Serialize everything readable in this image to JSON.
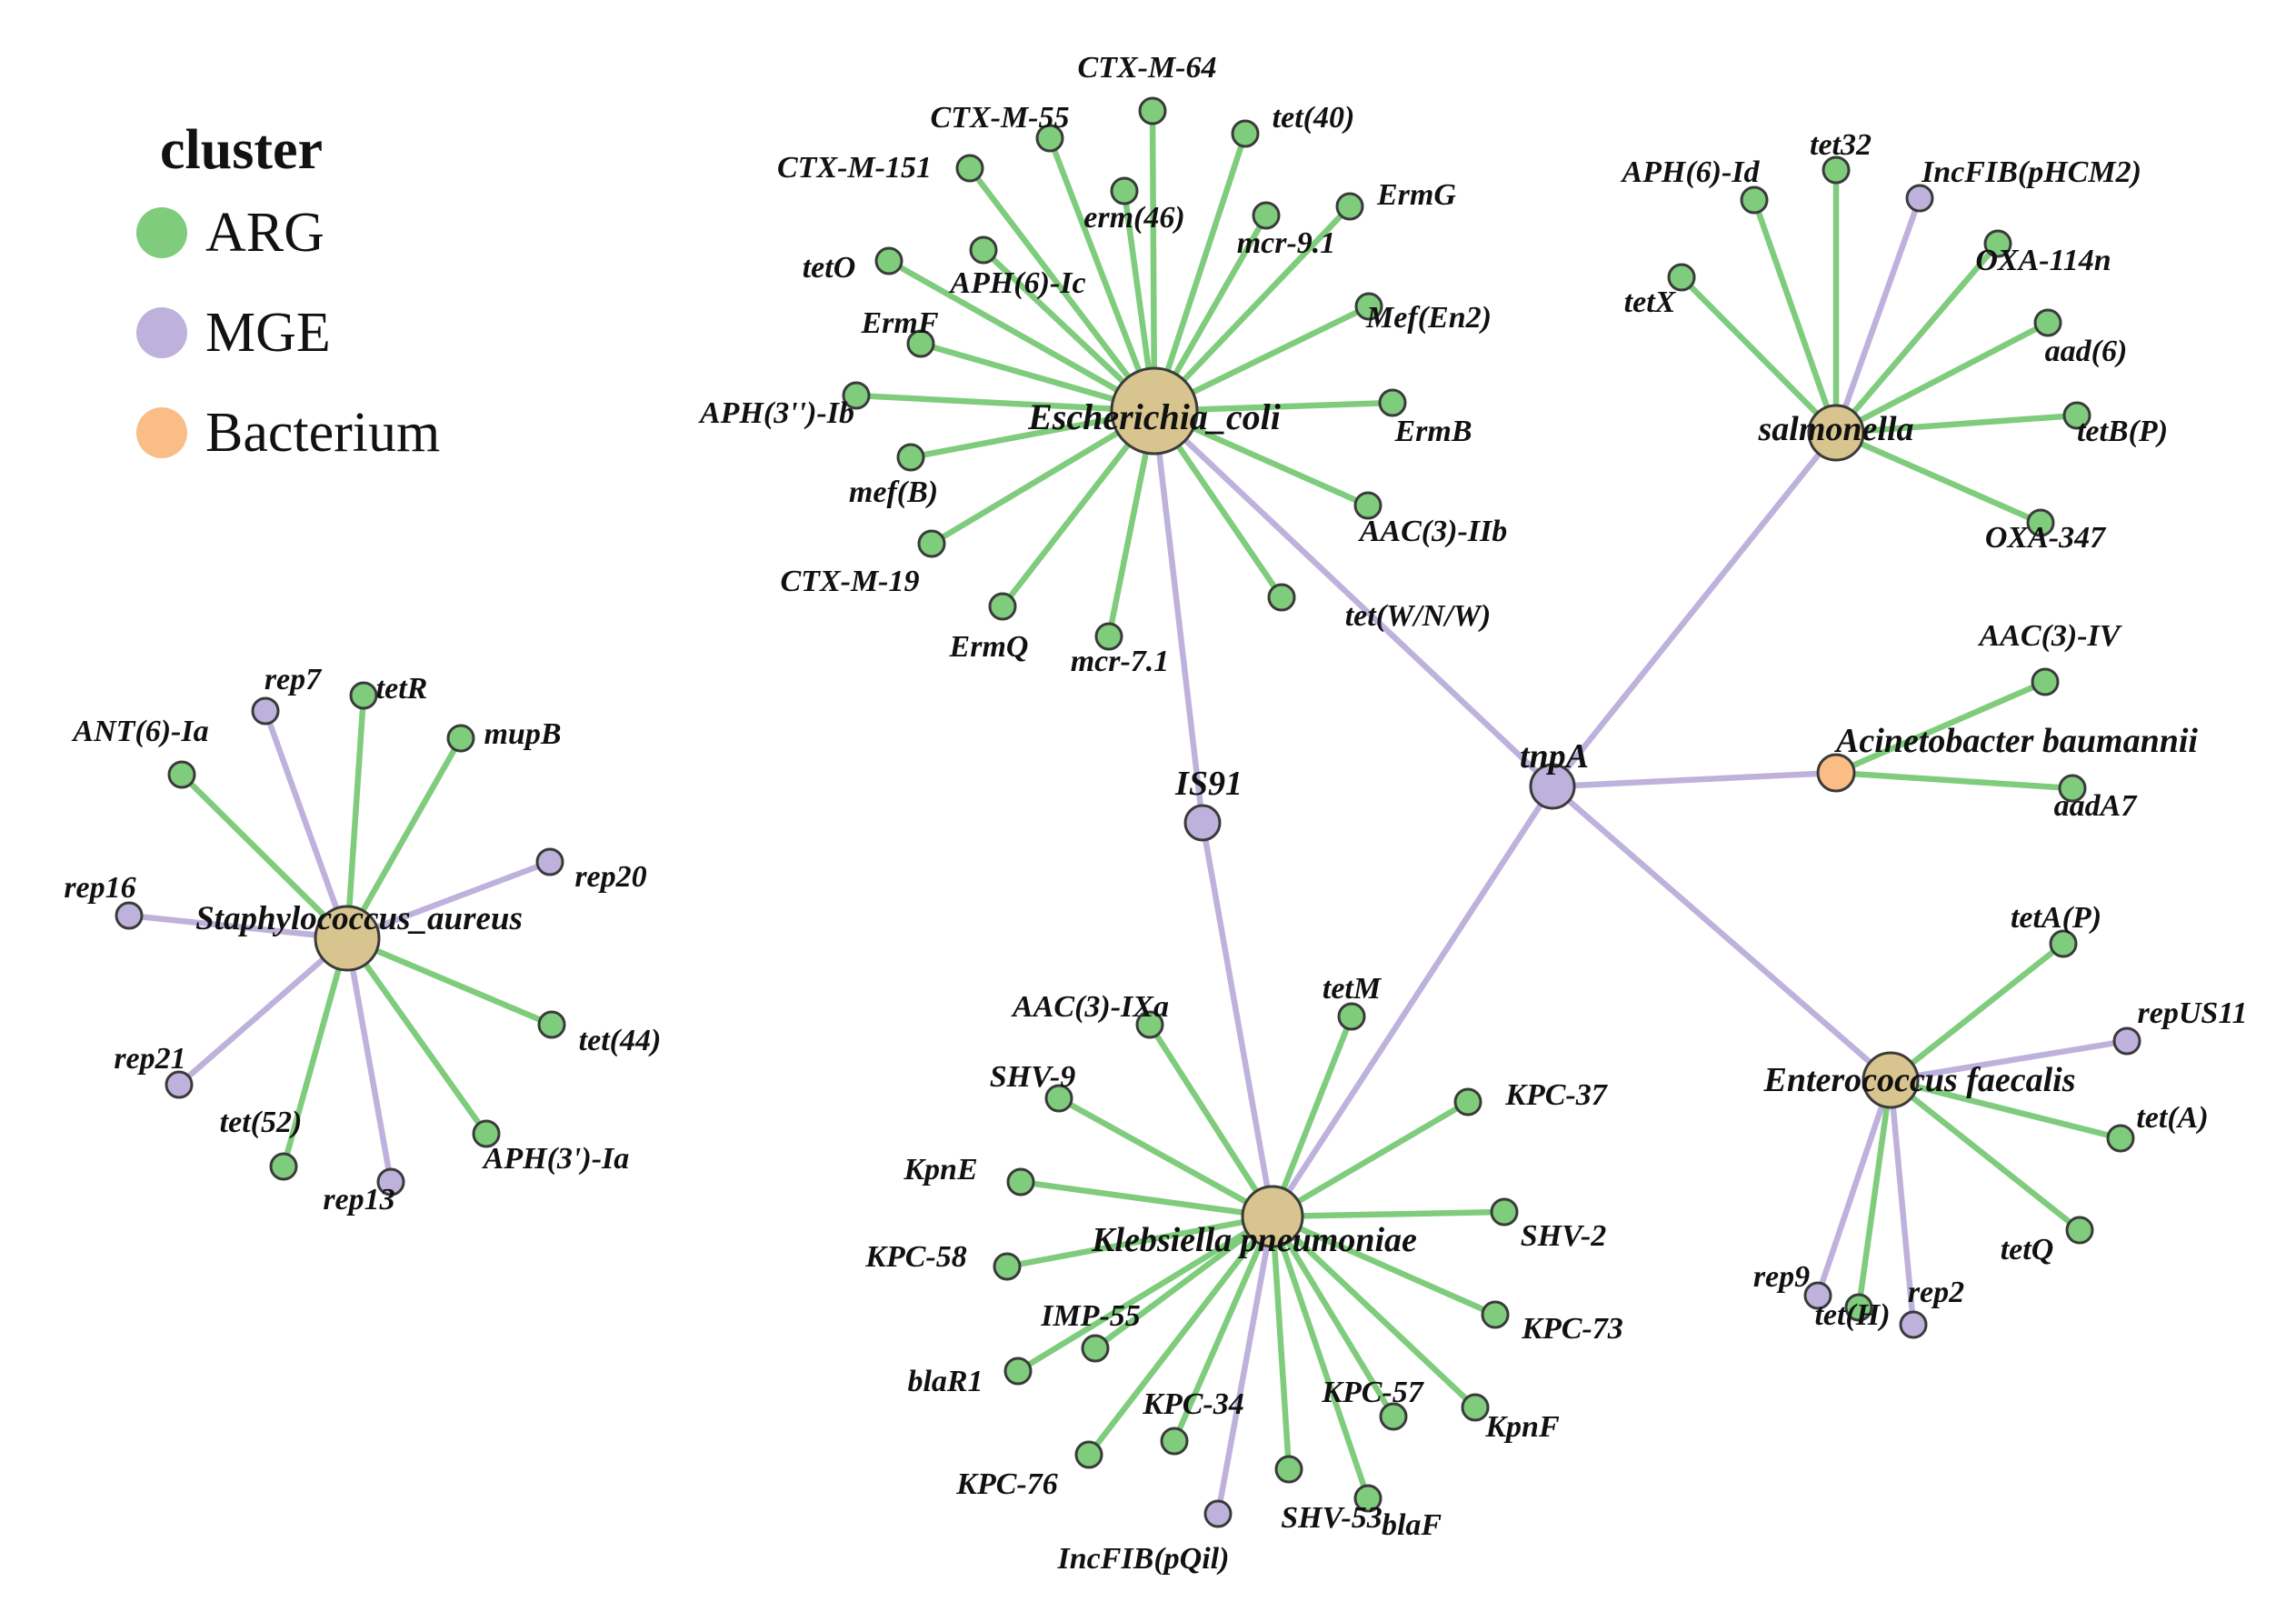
{
  "legend": {
    "title": "cluster",
    "items": [
      {
        "key": "ARG",
        "label": "ARG",
        "color": "#7ecc7c"
      },
      {
        "key": "MGE",
        "label": "MGE",
        "color": "#beb2dc"
      },
      {
        "key": "Bacterium",
        "label": "Bacterium",
        "color": "#f9bd85"
      }
    ]
  },
  "colors": {
    "ARG": "#7ecc7c",
    "MGE": "#beb2dc",
    "Bacterium": "#f9bd85",
    "BacteriumFill": "#d7c48e"
  },
  "hubs": [
    {
      "id": "ecoli",
      "label": "Escherichia_coli"
    },
    {
      "id": "salm",
      "label": "salmonella"
    },
    {
      "id": "acin",
      "label": "Acinetobacter baumannii"
    },
    {
      "id": "ent",
      "label": "Enterococcus faecalis"
    },
    {
      "id": "kleb",
      "label": "Klebsiella pneumoniae"
    },
    {
      "id": "staph",
      "label": "Staphylococcus_aureus"
    },
    {
      "id": "tnpA",
      "label": "tnpA"
    },
    {
      "id": "is91",
      "label": "IS91"
    }
  ],
  "links": [
    {
      "source": "ecoli",
      "target": "IS91",
      "type": "MGE"
    },
    {
      "source": "ecoli",
      "target": "tnpA",
      "type": "MGE"
    },
    {
      "source": "IS91",
      "target": "kleb",
      "type": "MGE"
    },
    {
      "source": "tnpA",
      "target": "kleb",
      "type": "MGE"
    },
    {
      "source": "tnpA",
      "target": "salm",
      "type": "MGE"
    },
    {
      "source": "tnpA",
      "target": "acin",
      "type": "MGE"
    },
    {
      "source": "tnpA",
      "target": "ent",
      "type": "MGE"
    }
  ],
  "leaves": [
    {
      "hub": "ecoli",
      "label": "CTX-M-64",
      "type": "ARG"
    },
    {
      "hub": "ecoli",
      "label": "CTX-M-55",
      "type": "ARG"
    },
    {
      "hub": "ecoli",
      "label": "tet(40)",
      "type": "ARG"
    },
    {
      "hub": "ecoli",
      "label": "CTX-M-151",
      "type": "ARG"
    },
    {
      "hub": "ecoli",
      "label": "erm(46)",
      "type": "ARG"
    },
    {
      "hub": "ecoli",
      "label": "mcr-9.1",
      "type": "ARG"
    },
    {
      "hub": "ecoli",
      "label": "ErmG",
      "type": "ARG"
    },
    {
      "hub": "ecoli",
      "label": "tetO",
      "type": "ARG"
    },
    {
      "hub": "ecoli",
      "label": "APH(6)-Ic",
      "type": "ARG"
    },
    {
      "hub": "ecoli",
      "label": "ErmF",
      "type": "ARG"
    },
    {
      "hub": "ecoli",
      "label": "Mef(En2)",
      "type": "ARG"
    },
    {
      "hub": "ecoli",
      "label": "APH(3'')-Ib",
      "type": "ARG"
    },
    {
      "hub": "ecoli",
      "label": "ErmB",
      "type": "ARG"
    },
    {
      "hub": "ecoli",
      "label": "mef(B)",
      "type": "ARG"
    },
    {
      "hub": "ecoli",
      "label": "AAC(3)-IIb",
      "type": "ARG"
    },
    {
      "hub": "ecoli",
      "label": "CTX-M-19",
      "type": "ARG"
    },
    {
      "hub": "ecoli",
      "label": "tet(W/N/W)",
      "type": "ARG"
    },
    {
      "hub": "ecoli",
      "label": "ErmQ",
      "type": "ARG"
    },
    {
      "hub": "ecoli",
      "label": "mcr-7.1",
      "type": "ARG"
    },
    {
      "hub": "salm",
      "label": "APH(6)-Id",
      "type": "ARG"
    },
    {
      "hub": "salm",
      "label": "tet32",
      "type": "ARG"
    },
    {
      "hub": "salm",
      "label": "IncFIB(pHCM2)",
      "type": "MGE"
    },
    {
      "hub": "salm",
      "label": "OXA-114n",
      "type": "ARG"
    },
    {
      "hub": "salm",
      "label": "tetX",
      "type": "ARG"
    },
    {
      "hub": "salm",
      "label": "aad(6)",
      "type": "ARG"
    },
    {
      "hub": "salm",
      "label": "tetB(P)",
      "type": "ARG"
    },
    {
      "hub": "salm",
      "label": "OXA-347",
      "type": "ARG"
    },
    {
      "hub": "acin",
      "label": "AAC(3)-IV",
      "type": "ARG"
    },
    {
      "hub": "acin",
      "label": "aadA7",
      "type": "ARG"
    },
    {
      "hub": "ent",
      "label": "tetA(P)",
      "type": "ARG"
    },
    {
      "hub": "ent",
      "label": "repUS11",
      "type": "MGE"
    },
    {
      "hub": "ent",
      "label": "tet(A)",
      "type": "ARG"
    },
    {
      "hub": "ent",
      "label": "tetQ",
      "type": "ARG"
    },
    {
      "hub": "ent",
      "label": "rep9",
      "type": "MGE"
    },
    {
      "hub": "ent",
      "label": "tet(H)",
      "type": "ARG"
    },
    {
      "hub": "ent",
      "label": "rep2",
      "type": "MGE"
    },
    {
      "hub": "kleb",
      "label": "AAC(3)-IXa",
      "type": "ARG"
    },
    {
      "hub": "kleb",
      "label": "tetM",
      "type": "ARG"
    },
    {
      "hub": "kleb",
      "label": "SHV-9",
      "type": "ARG"
    },
    {
      "hub": "kleb",
      "label": "KPC-37",
      "type": "ARG"
    },
    {
      "hub": "kleb",
      "label": "KpnE",
      "type": "ARG"
    },
    {
      "hub": "kleb",
      "label": "SHV-2",
      "type": "ARG"
    },
    {
      "hub": "kleb",
      "label": "KPC-58",
      "type": "ARG"
    },
    {
      "hub": "kleb",
      "label": "KPC-73",
      "type": "ARG"
    },
    {
      "hub": "kleb",
      "label": "IMP-55",
      "type": "ARG"
    },
    {
      "hub": "kleb",
      "label": "blaR1",
      "type": "ARG"
    },
    {
      "hub": "kleb",
      "label": "KPC-34",
      "type": "ARG"
    },
    {
      "hub": "kleb",
      "label": "KPC-57",
      "type": "ARG"
    },
    {
      "hub": "kleb",
      "label": "KpnF",
      "type": "ARG"
    },
    {
      "hub": "kleb",
      "label": "KPC-76",
      "type": "ARG"
    },
    {
      "hub": "kleb",
      "label": "SHV-53",
      "type": "ARG"
    },
    {
      "hub": "kleb",
      "label": "blaF",
      "type": "ARG"
    },
    {
      "hub": "kleb",
      "label": "IncFIB(pQil)",
      "type": "MGE"
    },
    {
      "hub": "staph",
      "label": "rep7",
      "type": "MGE"
    },
    {
      "hub": "staph",
      "label": "tetR",
      "type": "ARG"
    },
    {
      "hub": "staph",
      "label": "ANT(6)-Ia",
      "type": "ARG"
    },
    {
      "hub": "staph",
      "label": "mupB",
      "type": "ARG"
    },
    {
      "hub": "staph",
      "label": "rep20",
      "type": "MGE"
    },
    {
      "hub": "staph",
      "label": "rep16",
      "type": "MGE"
    },
    {
      "hub": "staph",
      "label": "tet(44)",
      "type": "ARG"
    },
    {
      "hub": "staph",
      "label": "rep21",
      "type": "MGE"
    },
    {
      "hub": "staph",
      "label": "tet(52)",
      "type": "ARG"
    },
    {
      "hub": "staph",
      "label": "APH(3')-Ia",
      "type": "ARG"
    },
    {
      "hub": "staph",
      "label": "rep13",
      "type": "MGE"
    }
  ]
}
